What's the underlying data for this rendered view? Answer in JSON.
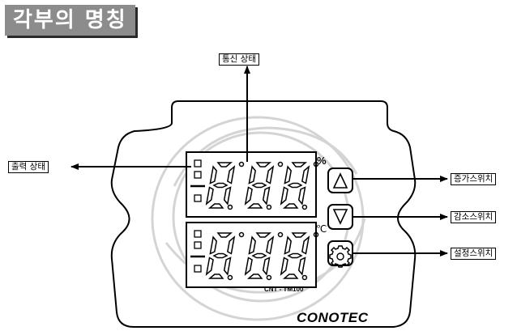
{
  "heading": "각부의 명칭",
  "labels": {
    "comm_status": "통신 상태",
    "output_status": "출력 상태",
    "up_switch": "증가스위치",
    "down_switch": "감소스위치",
    "set_switch": "설정스위치"
  },
  "units": {
    "top": "%",
    "bottom": "℃"
  },
  "model": "CNT - TM100",
  "brand": "CONOTEC",
  "colors": {
    "heading_bg": "#8c8c8c",
    "heading_shadow": "#2a2a2a",
    "swirl": "#d4d4d4",
    "ink": "#000000"
  },
  "icons": {
    "up": "triangle-up-icon",
    "down": "triangle-down-icon",
    "set": "gear-icon"
  }
}
